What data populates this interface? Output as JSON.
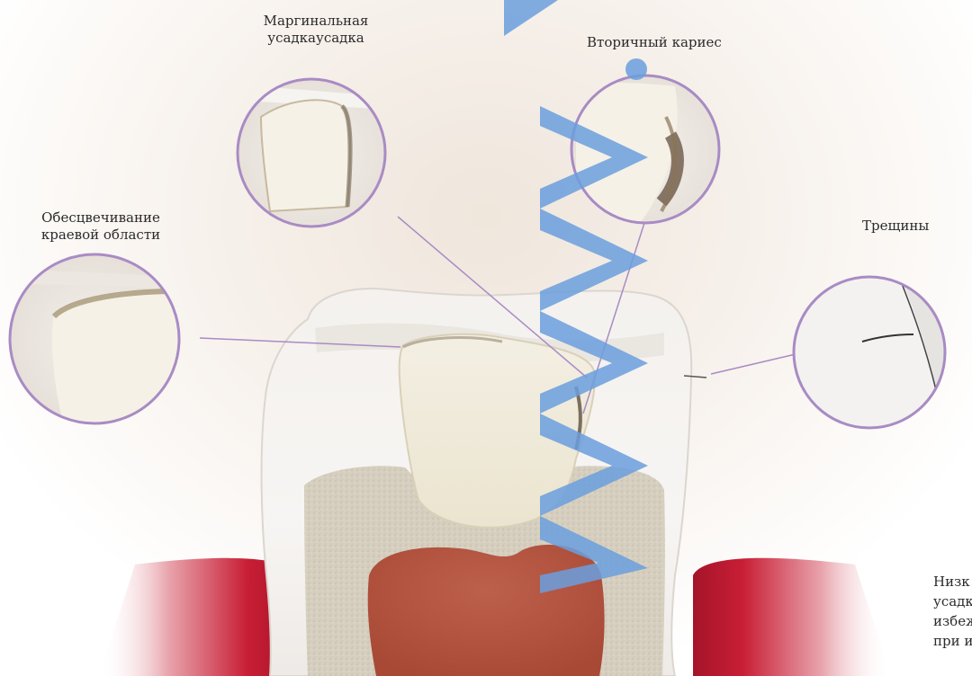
{
  "labels": {
    "marginal_shrinkage": [
      "Маргинальная",
      "усадкаусадка"
    ],
    "secondary_caries": "Вторичный кариес",
    "discoloration": [
      "Обесцвечивание",
      "краевой области"
    ],
    "cracks": "Трещины"
  },
  "caption_lines": [
    "Низк",
    "усадк",
    "избеж",
    "при и"
  ],
  "colors": {
    "callout_circle": "#a98bc4",
    "leader_line": "#a98bc4",
    "watermark": "#6b9fde",
    "gum": "#c81e35",
    "pulp": "#b85a48",
    "dentin": "#d9d2c2"
  },
  "watermark_text": "www."
}
